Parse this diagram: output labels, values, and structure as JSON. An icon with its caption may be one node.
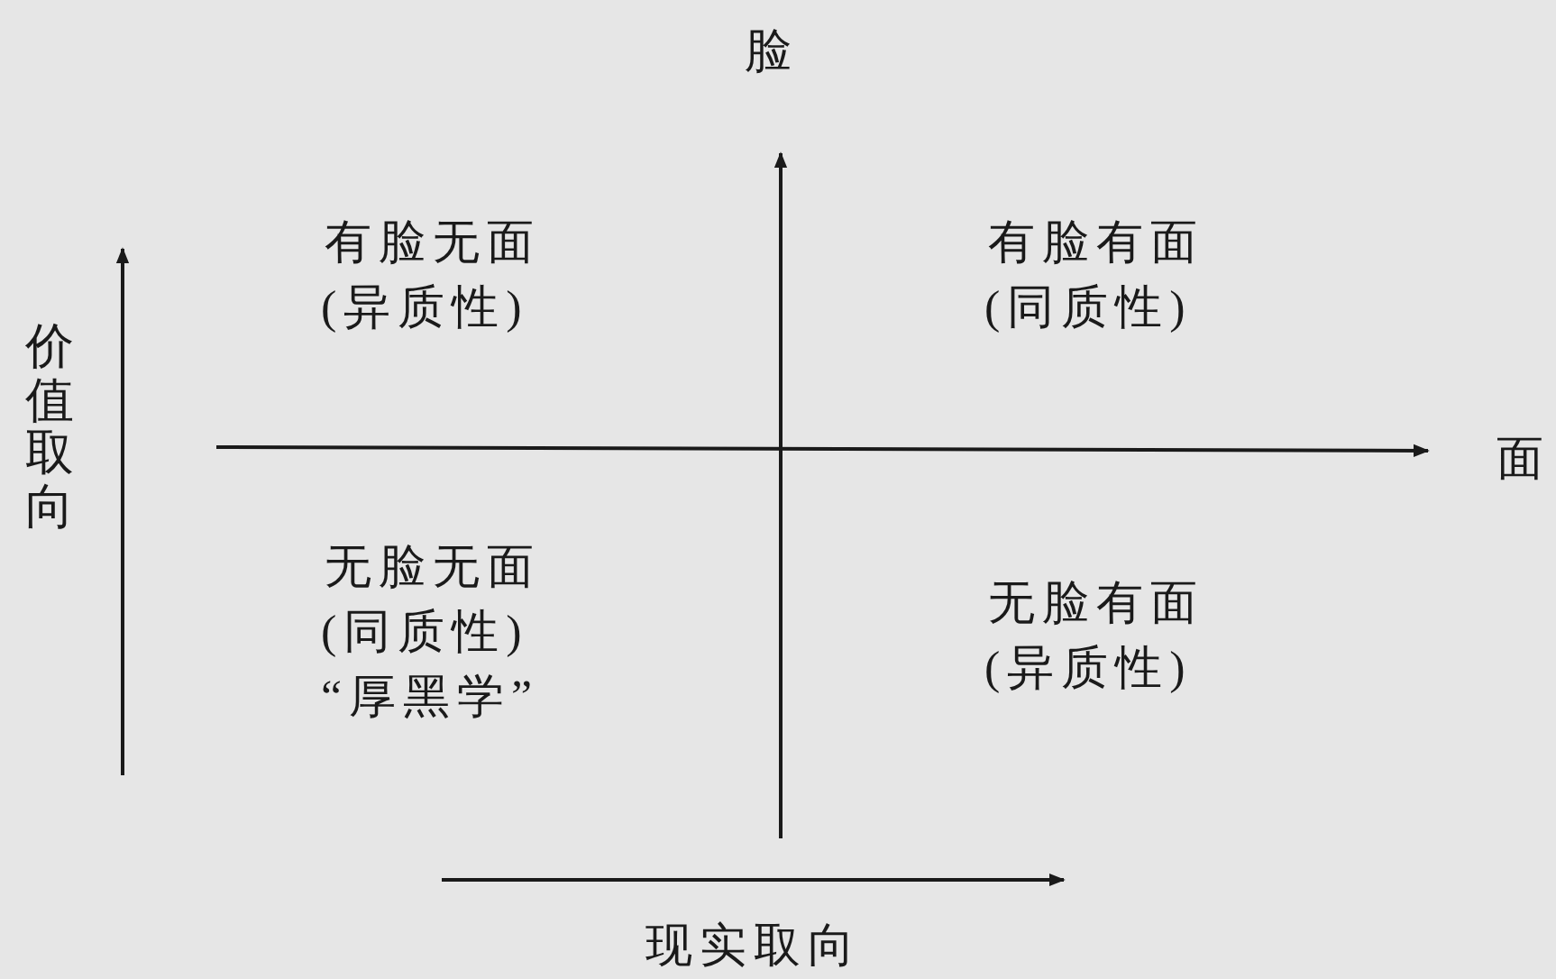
{
  "diagram": {
    "labels": [
      "脸",
      "有脸无面",
      "(异质性)",
      "有脸有面",
      "(同质性)",
      "价值取向",
      "面",
      "无脸无面",
      "(同质性)",
      "“厚黑学”",
      "无脸有面",
      "(异质性)",
      "现实取向"
    ]
  }
}
